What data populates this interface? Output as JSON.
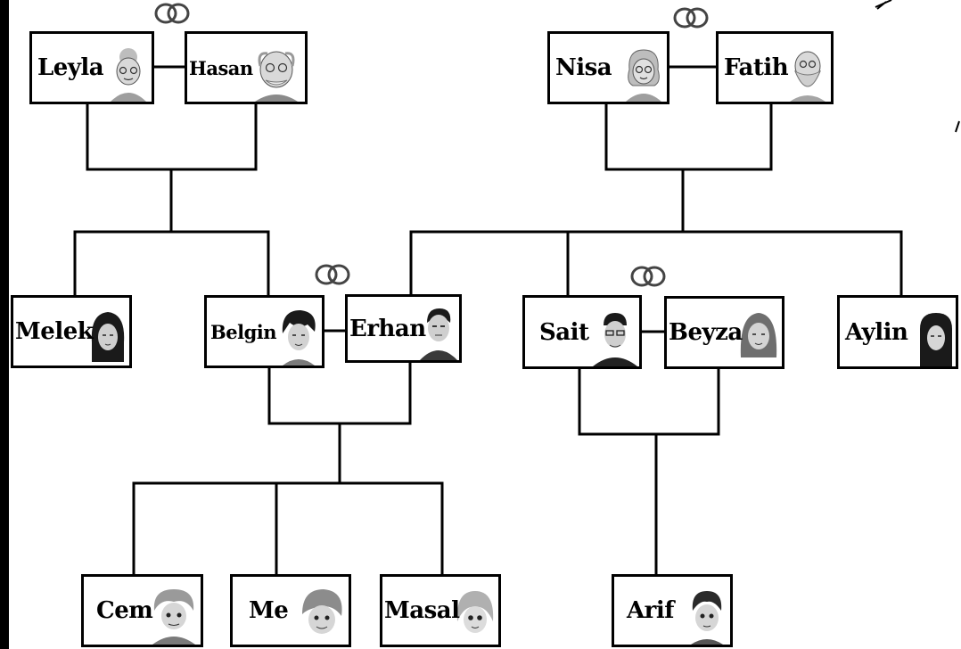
{
  "people": {
    "leyla": "Leyla",
    "hasan": "Hasan",
    "nisa": "Nisa",
    "fatih": "Fatih",
    "melek": "Melek",
    "belgin": "Belgin",
    "erhan": "Erhan",
    "sait": "Sait",
    "beyza": "Beyza",
    "aylin": "Aylin",
    "cem": "Cem",
    "me": "Me",
    "masal": "Masal",
    "arif": "Arif"
  },
  "icons": {
    "marriage": "wedding-rings-icon",
    "portrait": "person-portrait-icon"
  },
  "colors": {
    "line": "#000000",
    "box_border": "#000000",
    "face_fill": "#d9d9d9",
    "hair_dark": "#1a1a1a",
    "hair_light": "#bdbdbd"
  }
}
